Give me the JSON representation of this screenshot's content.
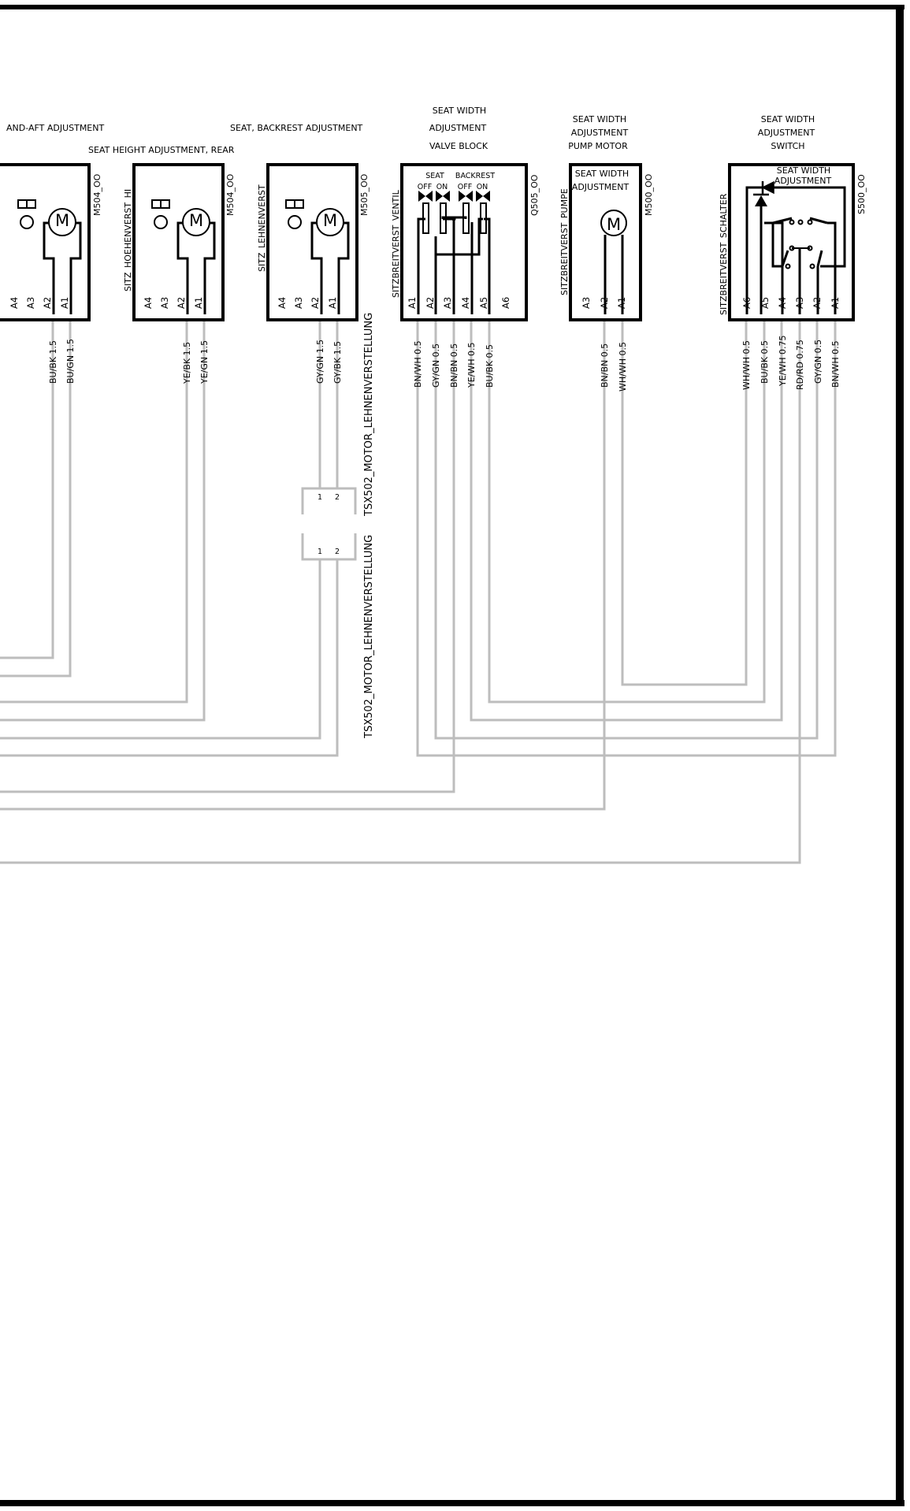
{
  "components": {
    "m504_fore_aft": {
      "title": "AND-AFT ADJUSTMENT",
      "code": "M504_OO",
      "pins": [
        "A4",
        "A3",
        "A2",
        "A1"
      ],
      "wires": [
        "BU/BK 1.5",
        "BU/GN 1.5"
      ],
      "symbol": "M"
    },
    "m504_height": {
      "title": "SEAT HEIGHT ADJUSTMENT, REAR",
      "code": "M504_OO",
      "german": "SITZ_HOEHENVERST_HI",
      "pins": [
        "A4",
        "A3",
        "A2",
        "A1"
      ],
      "wires": [
        "YE/BK 1.5",
        "YE/GN 1.5"
      ],
      "symbol": "M"
    },
    "m505_backrest": {
      "title": "SEAT, BACKREST ADJUSTMENT",
      "code": "M505_OO",
      "german": "SITZ_LEHNENVERST",
      "pins": [
        "A4",
        "A3",
        "A2",
        "A1"
      ],
      "wires": [
        "GY/GN 1.5",
        "GY/BK 1.5"
      ],
      "symbol": "M"
    },
    "q505_valve": {
      "title_lines": [
        "SEAT WIDTH",
        "ADJUSTMENT",
        "VALVE BLOCK"
      ],
      "code": "Q505_OO",
      "german": "SITZBREITVERST_VENTIL",
      "seat_label": "SEAT",
      "backrest_label": "BACKREST",
      "off_label": "OFF",
      "on_label": "ON",
      "pins": [
        "A1",
        "A2",
        "A3",
        "A4",
        "A5",
        "A6"
      ],
      "wires": [
        "BN/WH 0.5",
        "GY/GN 0.5",
        "BN/BN 0.5",
        "YE/WH 0.5",
        "BU/BK 0.5"
      ]
    },
    "m500_pump": {
      "title_lines": [
        "SEAT WIDTH",
        "ADJUSTMENT",
        "PUMP MOTOR"
      ],
      "inner_lines": [
        "SEAT WIDTH",
        "ADJUSTMENT"
      ],
      "code": "M500_OO",
      "german": "SITZBREITVERST_PUMPE",
      "pins": [
        "A3",
        "A2",
        "A1"
      ],
      "wires": [
        "BN/BN 0.5",
        "WH/WH 0.5"
      ],
      "symbol": "M"
    },
    "s500_switch": {
      "title_lines": [
        "SEAT WIDTH",
        "ADJUSTMENT",
        "SWITCH"
      ],
      "inner_lines": [
        "SEAT WIDTH",
        "ADJUSTMENT"
      ],
      "code": "S500_OO",
      "german": "SITZBREITVERST_SCHALTER",
      "pins": [
        "A6",
        "A5",
        "A4",
        "A3",
        "A2",
        "A1"
      ],
      "wires": [
        "WH/WH 0.5",
        "BU/BK 0.5",
        "YE/WH 0.75",
        "RD/RD 0.75",
        "GY/GN 0.5",
        "BN/WH 0.5"
      ]
    }
  },
  "connector": {
    "name": "TSX502_MOTOR_LEHNENVERSTELLUNG",
    "pins": [
      "1",
      "2"
    ]
  },
  "colors": {
    "wire": "#bdbdbd",
    "outline": "#000000"
  }
}
